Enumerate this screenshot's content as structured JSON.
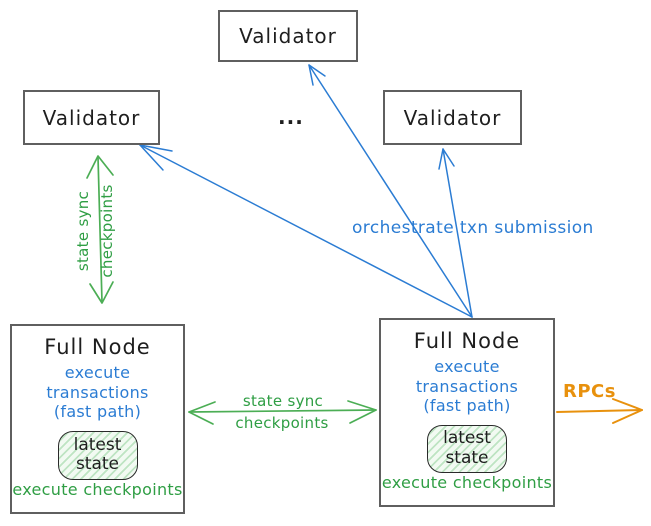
{
  "colors": {
    "blue": "#2b7cd3",
    "green_text": "#2f9e44",
    "green_arrow": "#4cae55",
    "orange": "#e8910d",
    "ink": "#1e1e1e",
    "box_border": "#5f5f5f"
  },
  "nodes": {
    "validator_top": "Validator",
    "validator_left": "Validator",
    "validator_right": "Validator",
    "ellipsis": "...",
    "full_node_left": {
      "title": "Full Node",
      "exec_line1": "execute transactions",
      "exec_line2": "(fast path)",
      "state_line1": "latest",
      "state_line2": "state",
      "footer": "execute checkpoints"
    },
    "full_node_right": {
      "title": "Full Node",
      "exec_line1": "execute transactions",
      "exec_line2": "(fast path)",
      "state_line1": "latest",
      "state_line2": "state",
      "footer": "execute checkpoints"
    }
  },
  "edge_labels": {
    "left_sync_line1": "state sync",
    "left_sync_line2": "checkpoints",
    "mid_sync_line1": "state sync",
    "mid_sync_line2": "checkpoints",
    "orchestrate": "orchestrate txn submission",
    "rpcs": "RPCs"
  }
}
